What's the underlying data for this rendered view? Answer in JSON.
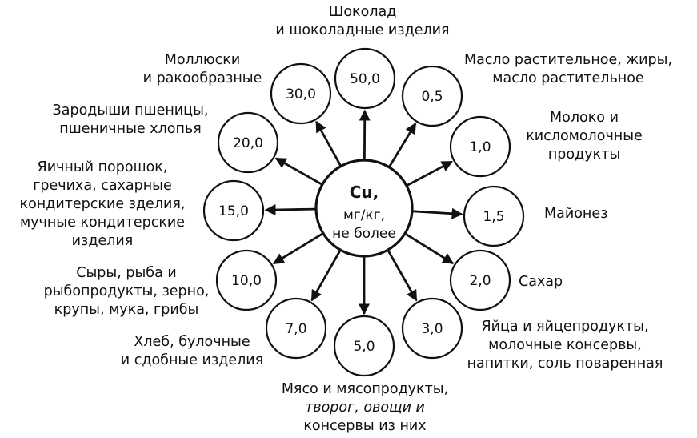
{
  "center": {
    "title": "Cu,",
    "lines": [
      "мг/кг,",
      "не более"
    ]
  },
  "nodes": [
    {
      "id": "chocolate",
      "value": "50,0",
      "label": [
        "Шоколад",
        "и шоколадные изделия"
      ]
    },
    {
      "id": "vegetable-oil",
      "value": "0,5",
      "label": [
        "Масло растительное, жиры,",
        "масло растительное"
      ]
    },
    {
      "id": "dairy",
      "value": "1,0",
      "label": [
        "Молоко и",
        "кисломолочные",
        "продукты"
      ]
    },
    {
      "id": "mayonnaise",
      "value": "1,5",
      "label": [
        "Майонез"
      ]
    },
    {
      "id": "sugar",
      "value": "2,0",
      "label": [
        "Сахар"
      ]
    },
    {
      "id": "eggs",
      "value": "3,0",
      "label": [
        "Яйца и яйцепродукты,",
        "молочные консервы,",
        "напитки, соль поваренная"
      ]
    },
    {
      "id": "meat",
      "value": "5,0",
      "label": [
        "Мясо и мясопродукты,",
        "творог, овощи и",
        "консервы из них"
      ]
    },
    {
      "id": "bread",
      "value": "7,0",
      "label": [
        "Хлеб, булочные",
        "и сдобные изделия"
      ]
    },
    {
      "id": "cheese-fish",
      "value": "10,0",
      "label": [
        "Сыры, рыба и",
        "рыбопродукты, зерно,",
        "крупы, мука, грибы"
      ]
    },
    {
      "id": "egg-powder",
      "value": "15,0",
      "label": [
        "Яичный порошок,",
        "гречиха, сахарные",
        "кондитерские зделия,",
        "мучные кондитерские",
        "изделия"
      ]
    },
    {
      "id": "wheat-germ",
      "value": "20,0",
      "label": [
        "Зародыши пшеницы,",
        "пшеничные хлопья"
      ]
    },
    {
      "id": "shellfish",
      "value": "30,0",
      "label": [
        "Моллюски",
        "и ракообразные"
      ]
    }
  ]
}
